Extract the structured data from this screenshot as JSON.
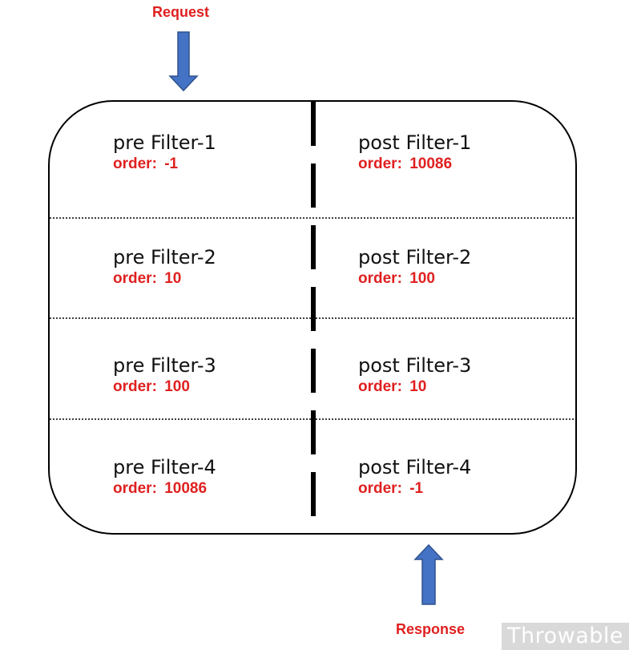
{
  "labels": {
    "request": "Request",
    "response": "Response",
    "watermark": "Throwable"
  },
  "colors": {
    "arrow": "#4472c4",
    "arrow_border": "#2f528f",
    "label_red": "#e02020"
  },
  "order_prefix": "order:",
  "order_sep": " ",
  "rows": [
    {
      "pre": {
        "name": "pre Filter-1",
        "order": "-1"
      },
      "post": {
        "name": "post Filter-1",
        "order": "10086"
      }
    },
    {
      "pre": {
        "name": "pre Filter-2",
        "order": "10"
      },
      "post": {
        "name": "post Filter-2",
        "order": "100"
      }
    },
    {
      "pre": {
        "name": "pre Filter-3",
        "order": "100"
      },
      "post": {
        "name": "post Filter-3",
        "order": "10"
      }
    },
    {
      "pre": {
        "name": "pre Filter-4",
        "order": "10086"
      },
      "post": {
        "name": "post Filter-4",
        "order": "-1"
      }
    }
  ]
}
